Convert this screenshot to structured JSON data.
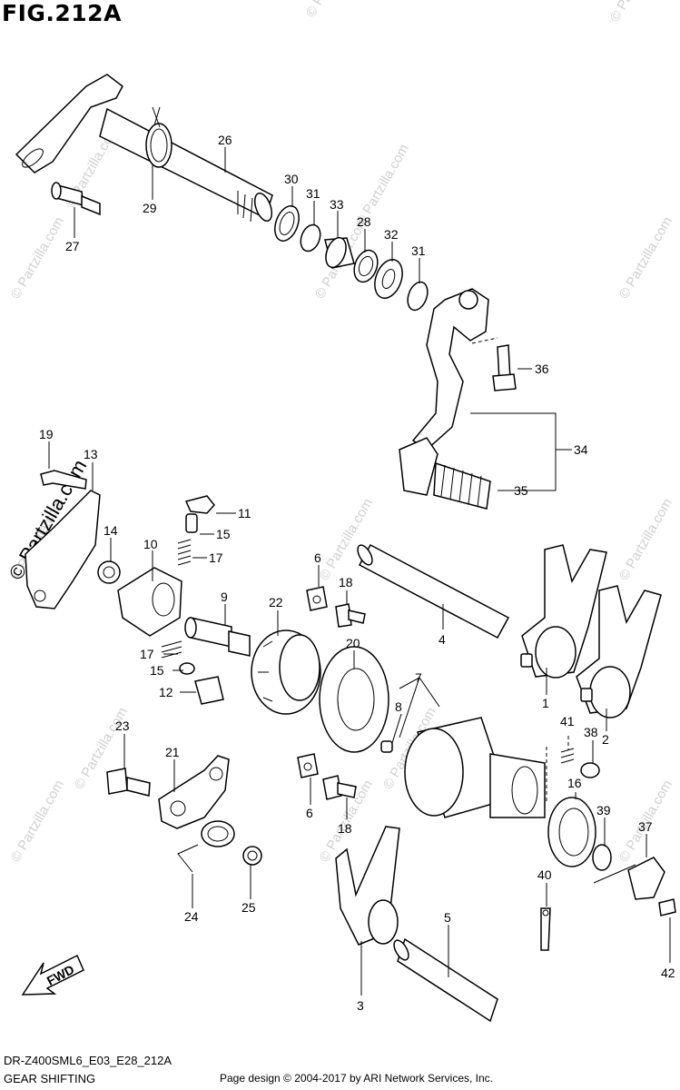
{
  "figure": {
    "title": "FIG.212A",
    "model_code": "DR-Z400SML6_E03_E28_212A",
    "section_name": "GEAR SHIFTING",
    "copyright": "Page design © 2004-2017 by ARI Network Services, Inc."
  },
  "watermarks": {
    "small": "© Partzilla.com",
    "large": "© Partzilla.com"
  },
  "direction_arrow": {
    "label": "FWD"
  },
  "callouts": [
    {
      "id": "26",
      "label": "26"
    },
    {
      "id": "29",
      "label": "29"
    },
    {
      "id": "27",
      "label": "27"
    },
    {
      "id": "30",
      "label": "30"
    },
    {
      "id": "31a",
      "label": "31"
    },
    {
      "id": "33",
      "label": "33"
    },
    {
      "id": "28",
      "label": "28"
    },
    {
      "id": "32",
      "label": "32"
    },
    {
      "id": "31b",
      "label": "31"
    },
    {
      "id": "36",
      "label": "36"
    },
    {
      "id": "34",
      "label": "34"
    },
    {
      "id": "35",
      "label": "35"
    },
    {
      "id": "19",
      "label": "19"
    },
    {
      "id": "13",
      "label": "13"
    },
    {
      "id": "14",
      "label": "14"
    },
    {
      "id": "10",
      "label": "10"
    },
    {
      "id": "11",
      "label": "11"
    },
    {
      "id": "15a",
      "label": "15"
    },
    {
      "id": "17a",
      "label": "17"
    },
    {
      "id": "6a",
      "label": "6"
    },
    {
      "id": "18a",
      "label": "18"
    },
    {
      "id": "9",
      "label": "9"
    },
    {
      "id": "22",
      "label": "22"
    },
    {
      "id": "4",
      "label": "4"
    },
    {
      "id": "17b",
      "label": "17"
    },
    {
      "id": "15b",
      "label": "15"
    },
    {
      "id": "12",
      "label": "12"
    },
    {
      "id": "20",
      "label": "20"
    },
    {
      "id": "7",
      "label": "7"
    },
    {
      "id": "8",
      "label": "8"
    },
    {
      "id": "1",
      "label": "1"
    },
    {
      "id": "2",
      "label": "2"
    },
    {
      "id": "41",
      "label": "41"
    },
    {
      "id": "38",
      "label": "38"
    },
    {
      "id": "23",
      "label": "23"
    },
    {
      "id": "21",
      "label": "21"
    },
    {
      "id": "6b",
      "label": "6"
    },
    {
      "id": "18b",
      "label": "18"
    },
    {
      "id": "16",
      "label": "16"
    },
    {
      "id": "39",
      "label": "39"
    },
    {
      "id": "37",
      "label": "37"
    },
    {
      "id": "24",
      "label": "24"
    },
    {
      "id": "25",
      "label": "25"
    },
    {
      "id": "40",
      "label": "40"
    },
    {
      "id": "5",
      "label": "5"
    },
    {
      "id": "3",
      "label": "3"
    },
    {
      "id": "42",
      "label": "42"
    }
  ]
}
